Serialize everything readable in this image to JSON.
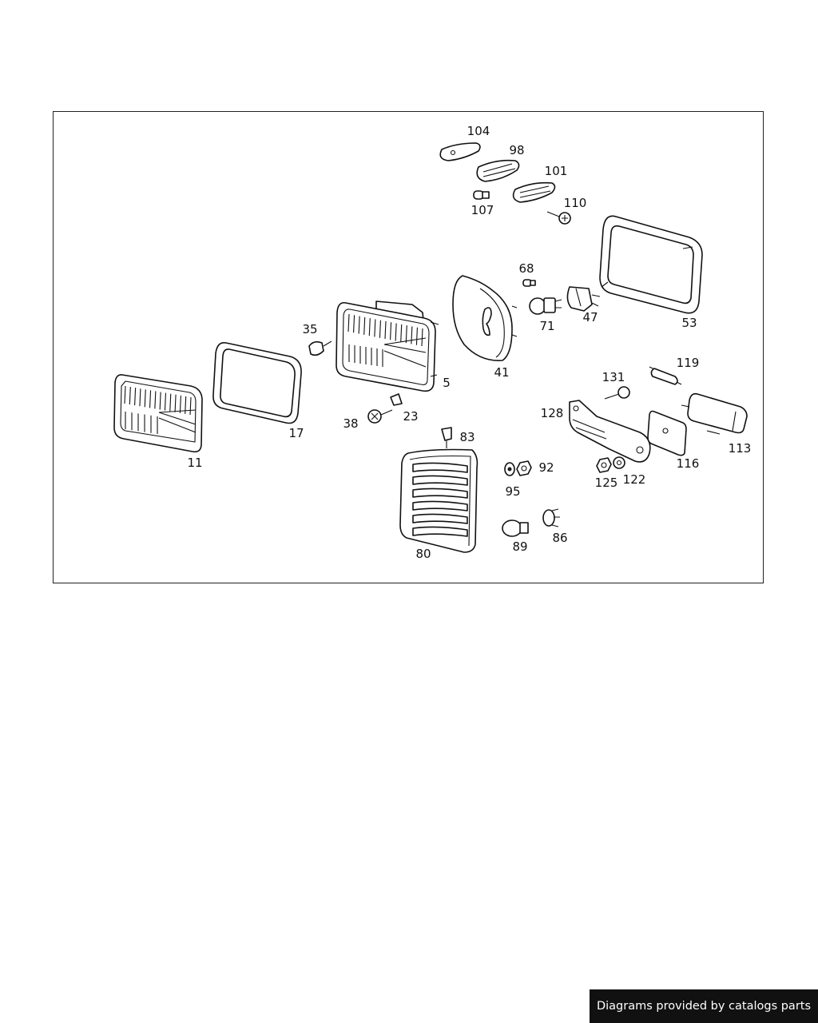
{
  "diagram": {
    "labels": {
      "p104": "104",
      "p98": "98",
      "p101": "101",
      "p107": "107",
      "p110": "110",
      "p68": "68",
      "p71": "71",
      "p47": "47",
      "p53": "53",
      "p41": "41",
      "p35": "35",
      "p5": "5",
      "p17": "17",
      "p11": "11",
      "p38": "38",
      "p23": "23",
      "p83": "83",
      "p80": "80",
      "p95": "95",
      "p92": "92",
      "p89": "89",
      "p86": "86",
      "p131": "131",
      "p119": "119",
      "p128": "128",
      "p116": "116",
      "p113": "113",
      "p125": "125",
      "p122": "122"
    }
  },
  "footer": {
    "credit": "Diagrams provided by catalogs parts"
  }
}
